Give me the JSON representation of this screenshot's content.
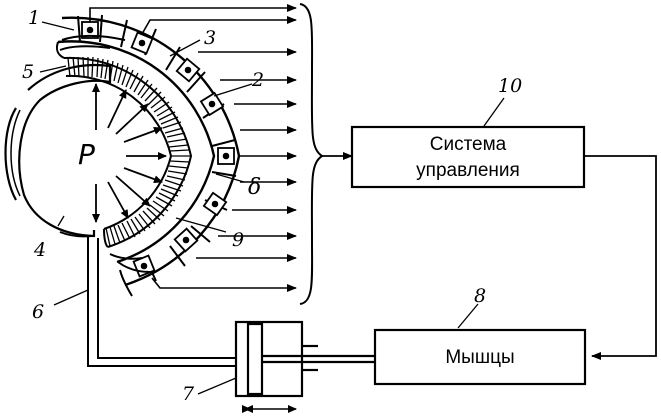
{
  "blocks": {
    "control_system": {
      "line1": "Система",
      "line2": "управления"
    },
    "muscles": {
      "label": "Мышцы"
    }
  },
  "labels": {
    "n1": "1",
    "n2": "2",
    "n3": "3",
    "n4": "4",
    "n5": "5",
    "n6": "6",
    "n7": "7",
    "n8": "8",
    "n9": "9",
    "n10": "10",
    "pressure": "P",
    "gap": "δ"
  }
}
